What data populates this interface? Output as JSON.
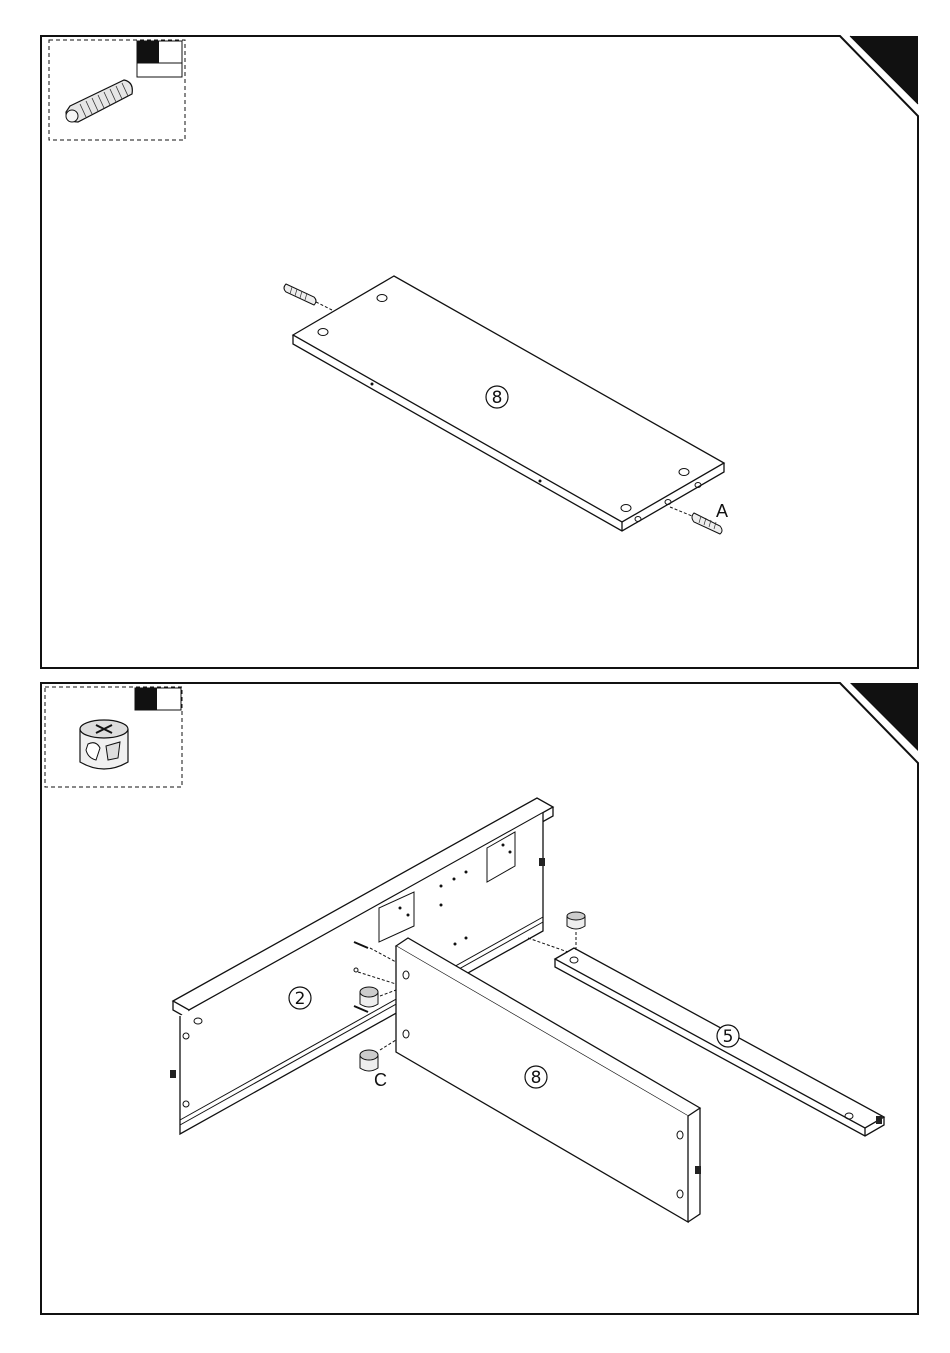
{
  "step1": {
    "part_number": "8",
    "hardware_label": "A"
  },
  "step2": {
    "part_left": "2",
    "part_center": "8",
    "part_right": "5",
    "hardware_label": "C"
  }
}
